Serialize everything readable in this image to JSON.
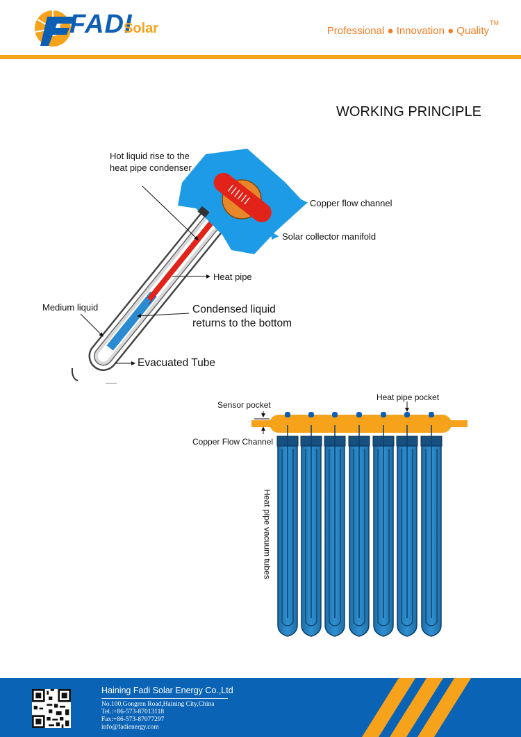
{
  "header": {
    "logo_main": "FADI",
    "logo_sub": "Solar",
    "tagline": "Professional ● Innovation ● Quality",
    "trademark": "TM",
    "accent_color": "#f7a21b",
    "brand_color": "#0d5fb3"
  },
  "title": "WORKING PRINCIPLE",
  "diagram_single": {
    "hot_liquid_line1": "Hot liquid rise to the",
    "hot_liquid_line2": "heat pipe condenser",
    "copper_flow_channel": "Copper flow channel",
    "solar_collector_manifold": "Solar collector manifold",
    "heat_pipe": "Heat pipe",
    "medium_liquid": "Medium liquid",
    "condensed_line1": "Condensed liquid",
    "condensed_line2": "returns to the bottom",
    "evacuated_tube": "Evacuated Tube"
  },
  "diagram_array": {
    "sensor_pocket": "Sensor pocket",
    "heat_pipe_pocket": "Heat pipe pocket",
    "copper_flow_channel": "Copper Flow Channel",
    "vacuum_tubes": "Heat pipe vacuum tubes"
  },
  "footer": {
    "company": "Haining Fadi Solar Energy Co.,Ltd",
    "address": "No.100,Gongren Road,Haining City,China",
    "tel": "Tel.:+86-573-87013118",
    "fax": "Fax:+86-573-87077297",
    "email": "info@fadienergy.com",
    "bg_color": "#0a63b5"
  }
}
